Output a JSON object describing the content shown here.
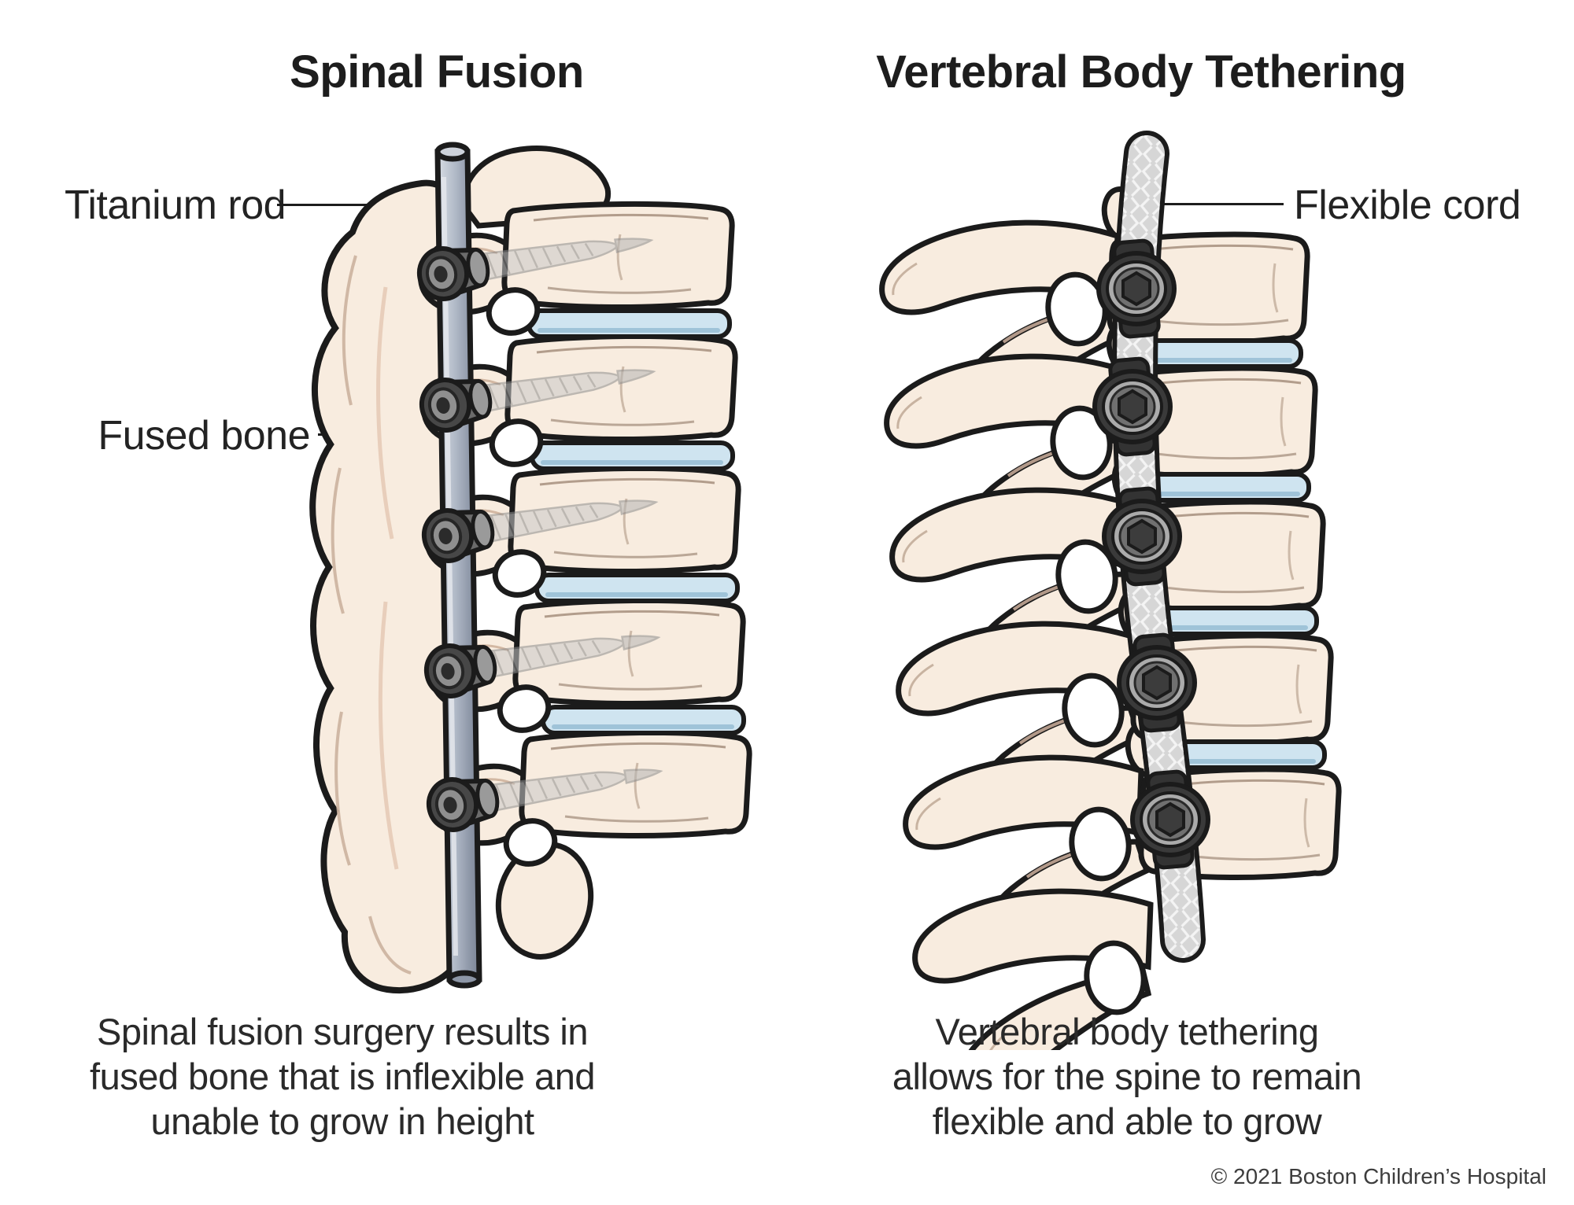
{
  "titles": {
    "left": "Spinal Fusion",
    "right": "Vertebral Body Tethering"
  },
  "labels": {
    "titanium_rod": "Titanium rod",
    "fused_bone": "Fused bone",
    "flexible_cord": "Flexible cord"
  },
  "captions": {
    "left": {
      "line1": "Spinal fusion surgery results in",
      "line2": "fused bone that is inflexible and",
      "line3": "unable to grow in height"
    },
    "right": {
      "line1": "Vertebral body tethering",
      "line2": "allows for the spine to remain",
      "line3": "flexible and able to grow"
    }
  },
  "footer": {
    "copyright": "© 2021 Boston Children’s Hospital"
  },
  "illustrations": {
    "left_alt": "Side view of five fused vertebrae held by a titanium rod with five pedicle screws",
    "right_alt": "Side view of a flexible spine with a braided cord anchored by five screws into the vertebral bodies"
  },
  "colors": {
    "outline": "#1b1b1b",
    "bone": "#f8ecdf",
    "bone_shade": "#e9cdb8",
    "disc_blue": "#cfe4f0",
    "disc_edge": "#9fc3d8",
    "rod_gray": "#aab3c2",
    "cord_gray": "#d6d6d6",
    "screw_dark": "#474747",
    "text": "#232323"
  }
}
